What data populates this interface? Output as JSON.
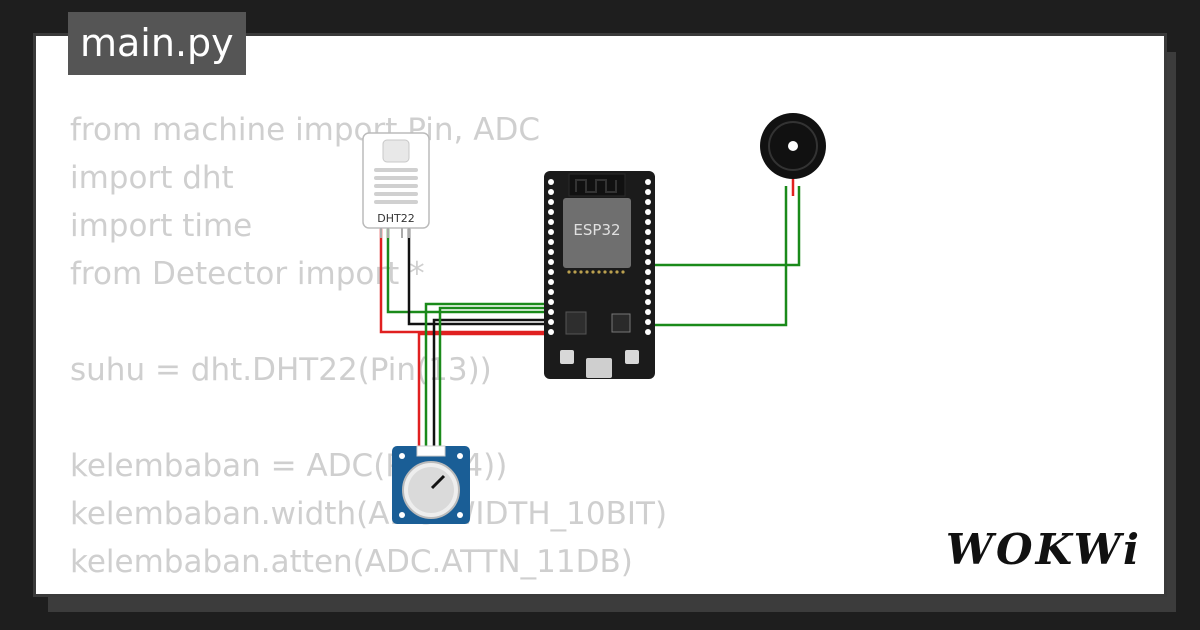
{
  "tab": {
    "filename": "main.py"
  },
  "code_lines": [
    "from machine import Pin, ADC",
    "import dht",
    "import time",
    "from Detector import *",
    "",
    "suhu = dht.DHT22(Pin(13))",
    "",
    "kelembaban = ADC(Pin(34))",
    "kelembaban.width(ADC.WIDTH_10BIT)",
    "kelembaban.atten(ADC.ATTN_11DB)"
  ],
  "components": {
    "dht_label": "DHT22",
    "esp32_label": "ESP32"
  },
  "brand": {
    "name": "WOKWi"
  },
  "colors": {
    "wire_green": "#1a8a1a",
    "wire_red": "#e02020",
    "wire_black": "#111111",
    "pcb_dark": "#1b1b1b",
    "pot_blue": "#1a5e96"
  }
}
